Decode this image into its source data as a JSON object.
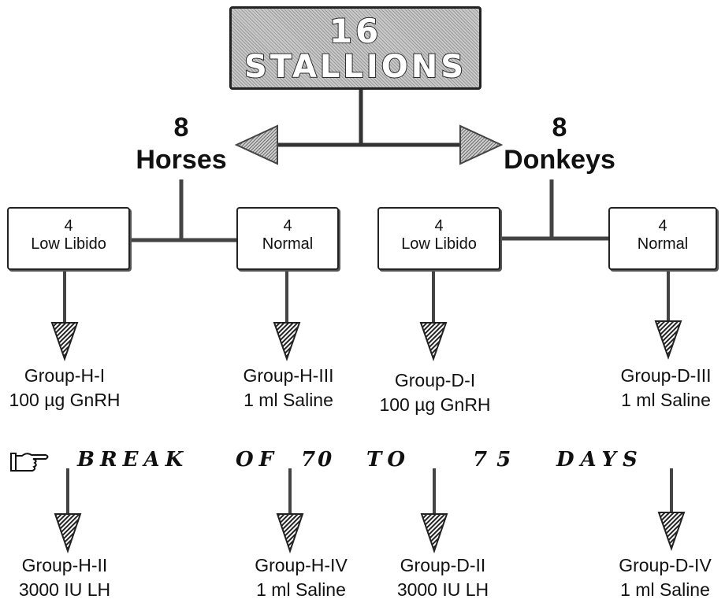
{
  "title": {
    "count": "16",
    "label": "STALLIONS"
  },
  "species": [
    {
      "count": "8",
      "name": "Horses"
    },
    {
      "count": "8",
      "name": "Donkeys"
    }
  ],
  "categories": [
    {
      "count": "4",
      "label": "Low Libido"
    },
    {
      "count": "4",
      "label": "Normal"
    },
    {
      "count": "4",
      "label": "Low Libido"
    },
    {
      "count": "4",
      "label": "Normal"
    }
  ],
  "groups_first": [
    {
      "name": "Group-H-I",
      "treatment": "100 µg GnRH"
    },
    {
      "name": "Group-H-III",
      "treatment": "1 ml Saline"
    },
    {
      "name": "Group-D-I",
      "treatment": "100 µg GnRH"
    },
    {
      "name": "Group-D-III",
      "treatment": "1 ml Saline"
    }
  ],
  "break_text": {
    "w1": "BREAK",
    "w2": "OF",
    "w3": "70",
    "w4": "TO",
    "w5": "75",
    "w6": "DAYS",
    "icon": "pointing-hand-icon"
  },
  "groups_second": [
    {
      "name": "Group-H-II",
      "treatment": "3000 IU LH"
    },
    {
      "name": "Group-H-IV",
      "treatment": "1 ml Saline"
    },
    {
      "name": "Group-D-II",
      "treatment": "3000 IU LH"
    },
    {
      "name": "Group-D-IV",
      "treatment": "1 ml Saline"
    }
  ]
}
